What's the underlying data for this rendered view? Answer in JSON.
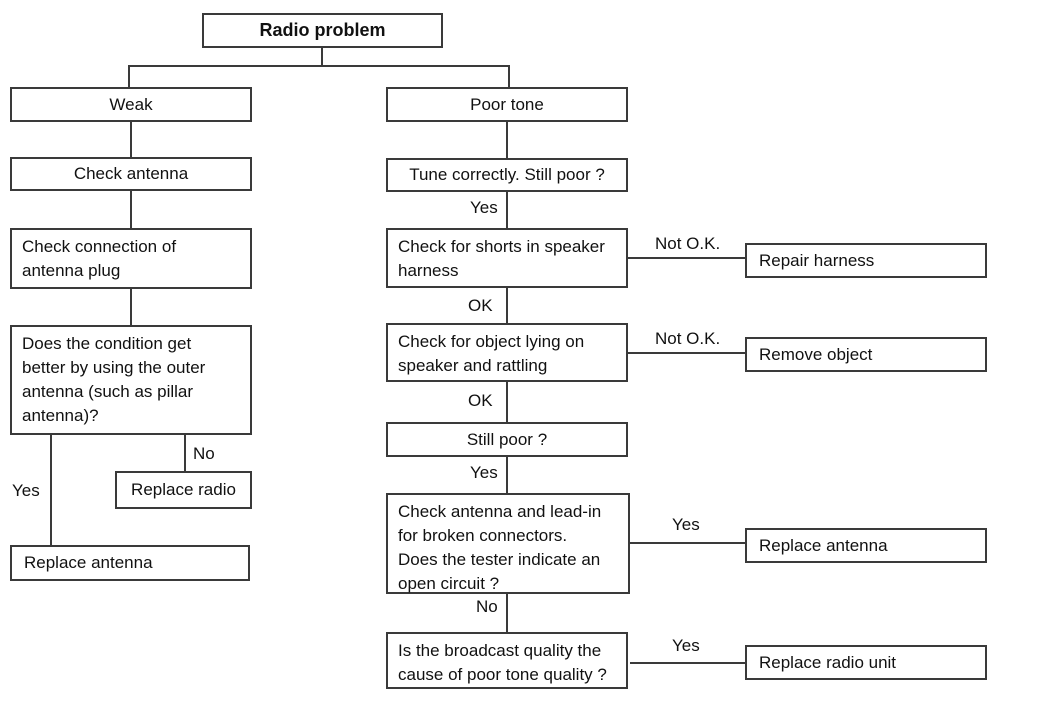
{
  "diagram": {
    "background_color": "#ffffff",
    "line_color": "#3a3a3a",
    "text_color": "#111111",
    "nodes": {
      "root": "Radio problem",
      "weak": "Weak",
      "check_antenna": "Check antenna",
      "check_connection": "Check connection of\nantenna plug",
      "condition_better": "Does the condition get\nbetter by using the outer\nantenna (such as pillar\nantenna)?",
      "replace_radio": "Replace radio",
      "replace_antenna_left": "Replace antenna",
      "poor_tone": "Poor tone",
      "tune_correctly": "Tune correctly. Still poor ?",
      "check_shorts": "Check for shorts in speaker\nharness",
      "repair_harness": "Repair harness",
      "check_object": "Check for object lying on\nspeaker and rattling",
      "remove_object": "Remove object",
      "still_poor": "Still poor ?",
      "check_leadin": "Check antenna and lead-in\nfor broken connectors.\nDoes the tester indicate an\nopen circuit ?",
      "replace_antenna_right": "Replace antenna",
      "broadcast_quality": "Is the broadcast quality the\ncause of poor tone quality ?",
      "replace_radio_unit": "Replace radio unit"
    },
    "edge_labels": {
      "condition_yes": "Yes",
      "condition_no": "No",
      "tune_yes": "Yes",
      "shorts_not_ok": "Not O.K.",
      "shorts_ok": "OK",
      "object_not_ok": "Not O.K.",
      "object_ok": "OK",
      "still_poor_yes": "Yes",
      "leadin_yes": "Yes",
      "leadin_no": "No",
      "broadcast_yes": "Yes"
    }
  }
}
